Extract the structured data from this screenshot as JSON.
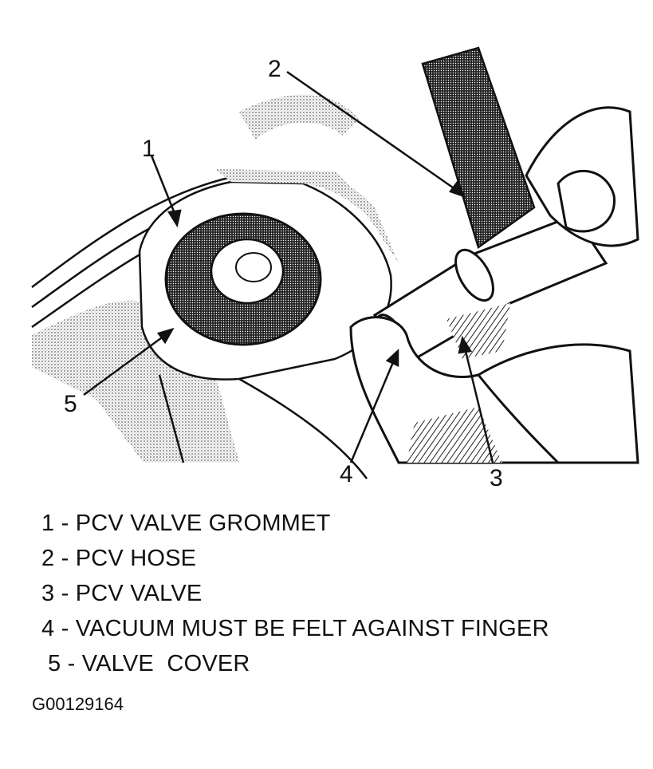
{
  "callouts": [
    "1",
    "2",
    "3",
    "4",
    "5"
  ],
  "legend": [
    {
      "num": "1",
      "sep": " - ",
      "text": "PCV VALVE GROMMET"
    },
    {
      "num": "2",
      "sep": " - ",
      "text": "PCV HOSE"
    },
    {
      "num": "3",
      "sep": " - ",
      "text": "PCV VALVE"
    },
    {
      "num": "4",
      "sep": " - ",
      "text": "VACUUM MUST BE FELT AGAINST FINGER"
    },
    {
      "num": "5",
      "sep": " - ",
      "text": "VALVE  COVER"
    }
  ],
  "figure_id": "G00129164",
  "colors": {
    "ink": "#111111",
    "stipple": "#8a8a8a",
    "paper": "#ffffff"
  }
}
